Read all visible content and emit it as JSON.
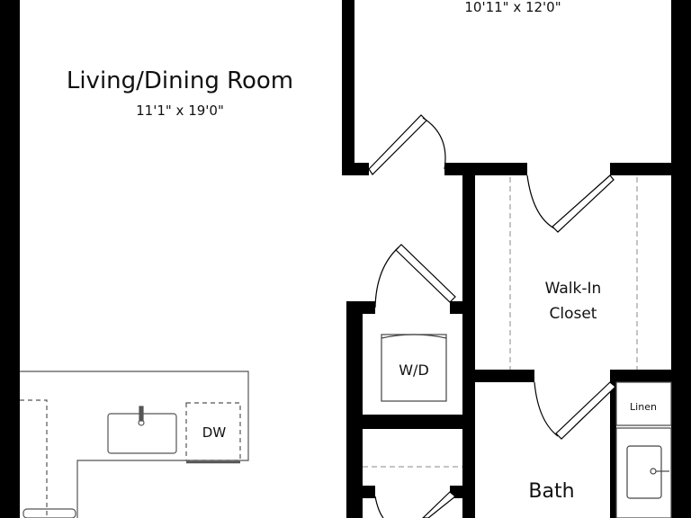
{
  "rooms": {
    "bedroom": {
      "dimensions": "10'11\" x 12'0\""
    },
    "living_dining": {
      "name": "Living/Dining Room",
      "dimensions": "11'1\" x 19'0\""
    },
    "walk_in_closet": {
      "name_line1": "Walk-In",
      "name_line2": "Closet"
    },
    "bath": {
      "name": "Bath"
    }
  },
  "fixtures": {
    "washer_dryer": "W/D",
    "dishwasher": "DW",
    "linen": "Linen"
  }
}
